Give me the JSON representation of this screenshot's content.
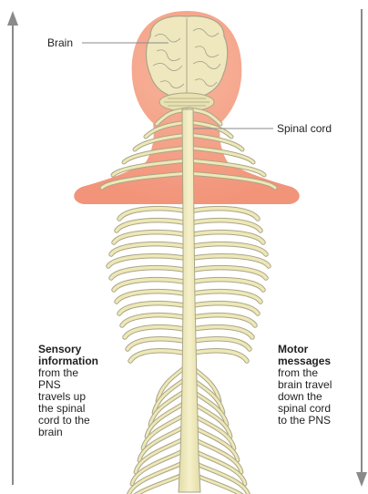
{
  "labels": {
    "brain": "Brain",
    "spinal_cord": "Spinal cord"
  },
  "sensory": {
    "title_lines": [
      "Sensory",
      "information"
    ],
    "body_lines": [
      "from the",
      "PNS",
      "travels up",
      "the spinal",
      "cord to the",
      "brain"
    ]
  },
  "motor": {
    "title_lines": [
      "Motor",
      "messages"
    ],
    "body_lines": [
      "from the",
      "brain travel",
      "down the",
      "spinal cord",
      "to the PNS"
    ]
  },
  "colors": {
    "skin": "#f4a58a",
    "nerve": "#eee8b6",
    "nerve_outline": "#a9a58a",
    "brain": "#efe8bf",
    "arrow": "#8a8a8a"
  }
}
